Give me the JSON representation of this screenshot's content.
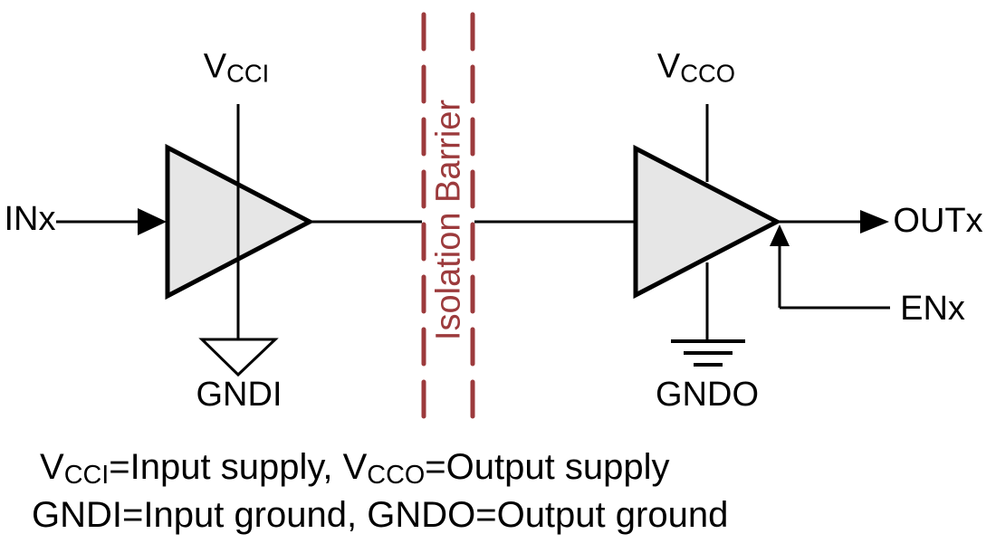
{
  "diagram": {
    "ports": {
      "input": "INx",
      "output": "OUTx",
      "enable": "ENx"
    },
    "supply_input": {
      "main": "V",
      "sub": "CCI"
    },
    "supply_output": {
      "main": "V",
      "sub": "CCO"
    },
    "ground_input": "GNDI",
    "ground_output": "GNDO",
    "barrier": {
      "label": "Isolation Barrier"
    }
  },
  "caption": {
    "line1": {
      "v1": "V",
      "s1": "CCI",
      "t1": "=Input supply, ",
      "v2": "V",
      "s2": "CCO",
      "t2": "=Output supply"
    },
    "line2": "GNDI=Input ground, GNDO=Output ground"
  },
  "colors": {
    "barrier": "#9C3A3C",
    "buffer_fill": "#E6E6E6",
    "line": "#000000",
    "background": "#FFFFFF"
  }
}
